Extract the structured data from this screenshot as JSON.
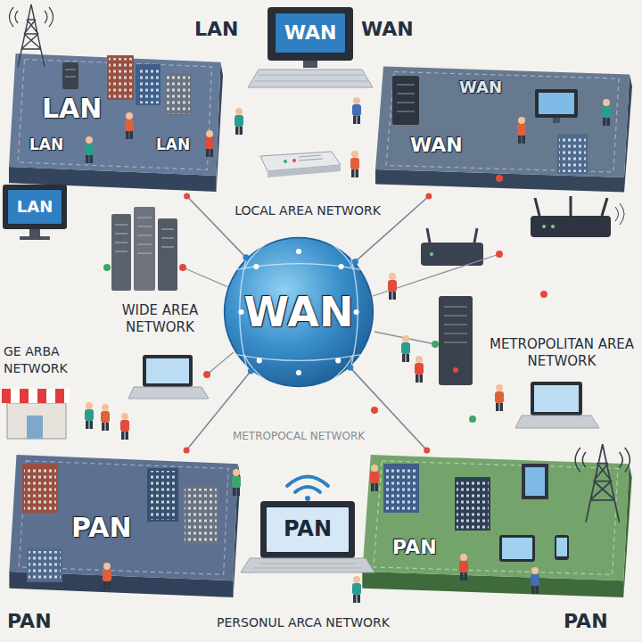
{
  "diagram": {
    "nodes": [
      {
        "text": [
          "LAN",
          "LAN",
          "LAN"
        ]
      },
      {
        "text": [
          "WAN"
        ]
      },
      {
        "text": [
          "WAN",
          "WAN"
        ]
      },
      {
        "text": [
          "LAN"
        ]
      },
      {
        "text": [
          "WAN"
        ]
      },
      {
        "text": [
          "PAN"
        ]
      },
      {
        "text": [
          "PAN"
        ]
      },
      {
        "text": [
          "PAN"
        ]
      }
    ],
    "edges": [
      {
        "from": 4,
        "to": 0,
        "arrow": "none"
      },
      {
        "from": 4,
        "to": 2,
        "arrow": "none"
      },
      {
        "from": 4,
        "to": 5,
        "arrow": "none"
      },
      {
        "from": 4,
        "to": 7,
        "arrow": "none"
      }
    ],
    "labels": [
      "LAN",
      "WAN",
      "LOCAL AREA NETWORK",
      "WIDE AREA NETWORK",
      "GE ARBA NETWORK",
      "METROPOLITAN AREA NETWORK",
      "METROPOCAL NETWORK",
      "PAN",
      "PERSONUL ARCA NETWORK",
      "PAN"
    ]
  }
}
